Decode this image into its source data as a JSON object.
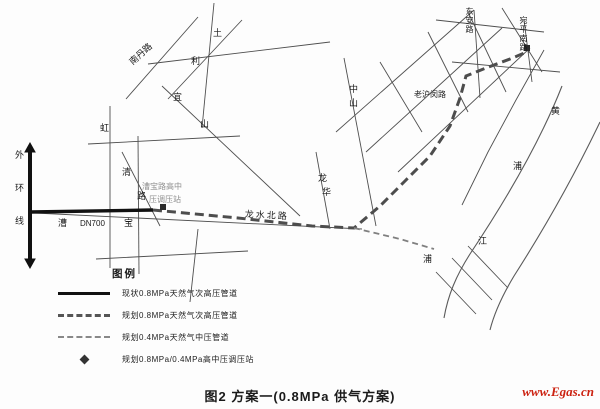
{
  "figure": {
    "title": "图2  方案一(0.8MPa 供气方案)",
    "watermark": "www.Egas.cn"
  },
  "map": {
    "labels": [
      {
        "text": "外环线"
      },
      {
        "text": "虹"
      },
      {
        "text": "南丹路"
      },
      {
        "text": "利"
      },
      {
        "text": "土"
      },
      {
        "text": "宜"
      },
      {
        "text": "山"
      },
      {
        "text": "清"
      },
      {
        "text": "路"
      },
      {
        "text": "漕"
      },
      {
        "text": "DN700"
      },
      {
        "text": "宝"
      },
      {
        "text": "漕宝路高中"
      },
      {
        "text": "压调压站"
      },
      {
        "text": "龙水北路"
      },
      {
        "text": "龙"
      },
      {
        "text": "华"
      },
      {
        "text": "中山"
      },
      {
        "text": "老沪闵路"
      },
      {
        "text": "东安路"
      },
      {
        "text": "宛平南路"
      },
      {
        "text": "黄"
      },
      {
        "text": "浦"
      },
      {
        "text": "江"
      },
      {
        "text": "浦"
      }
    ]
  },
  "legend": {
    "title": "图例",
    "items": [
      {
        "label": "现状0.8MPa天然气次高压管道",
        "symbol": "solid-thick-line"
      },
      {
        "label": "规划0.8MPa天然气次高压管道",
        "symbol": "dashed-thick-line"
      },
      {
        "label": "规划0.4MPa天然气中压管道",
        "symbol": "dashed-thin-line"
      },
      {
        "label": "规划0.8MPa/0.4MPa高中压调压站",
        "symbol": "station-square"
      }
    ]
  },
  "colors": {
    "pipeline_existing": "#111111",
    "pipeline_planned": "#4d4d4d",
    "pipeline_medium": "#808080",
    "road": "#4f4f4f",
    "river": "#5a5a5a",
    "station_text": "#8f8f8f",
    "watermark_red": "#cc2211"
  }
}
